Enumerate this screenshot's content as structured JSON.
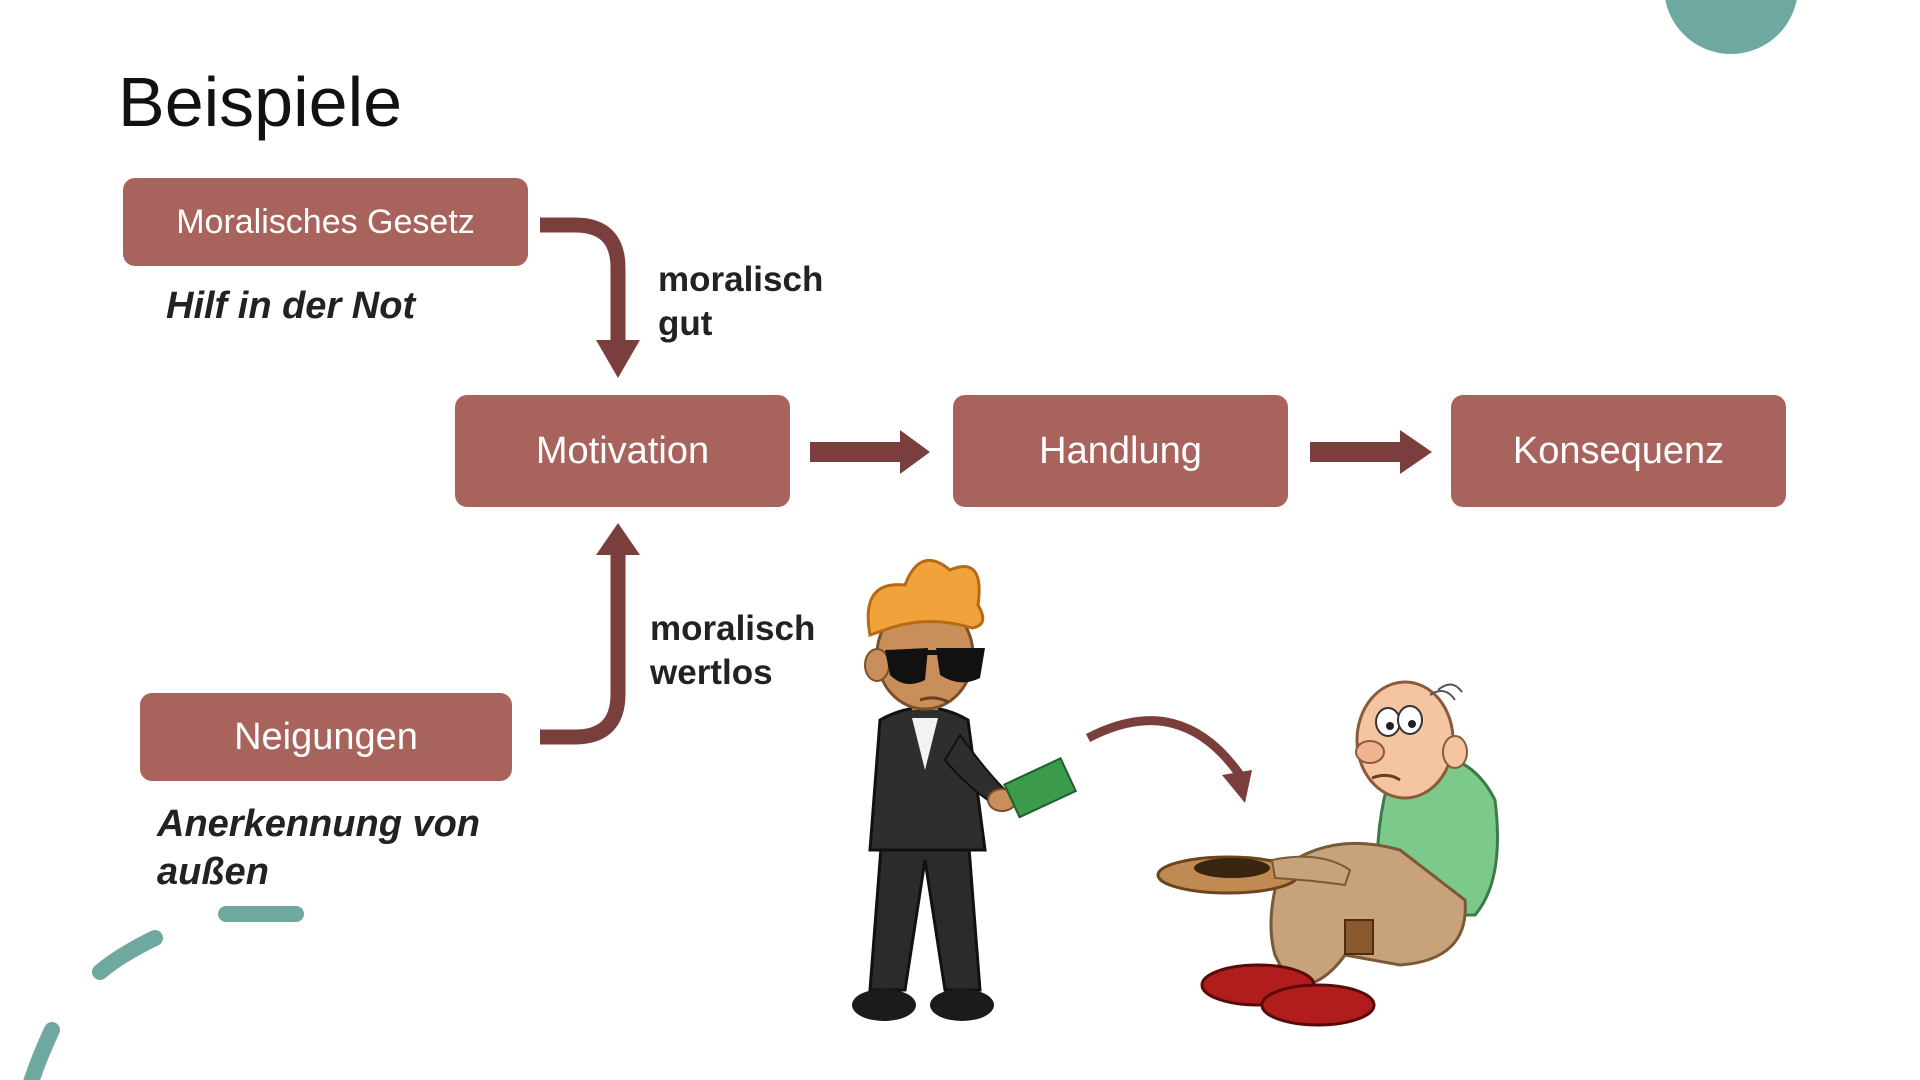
{
  "slide": {
    "title": "Beispiele"
  },
  "boxes": {
    "moral_law": "Moralisches Gesetz",
    "motivation": "Motivation",
    "action": "Handlung",
    "consequence": "Konsequenz",
    "inclinations": "Neigungen"
  },
  "notes": {
    "moral_law_example": "Hilf in der Not",
    "inclinations_example_line1": "Anerkennung von",
    "inclinations_example_line2": "außen"
  },
  "edge_labels": {
    "good_line1": "moralisch",
    "good_line2": "gut",
    "worthless_line1": "moralisch",
    "worthless_line2": "wertlos"
  },
  "colors": {
    "box_fill": "#a8635c",
    "arrow": "#7a3f3c",
    "accent_teal": "#6fa89e"
  },
  "illustration": {
    "scene": "businessman-giving-money-icon"
  }
}
